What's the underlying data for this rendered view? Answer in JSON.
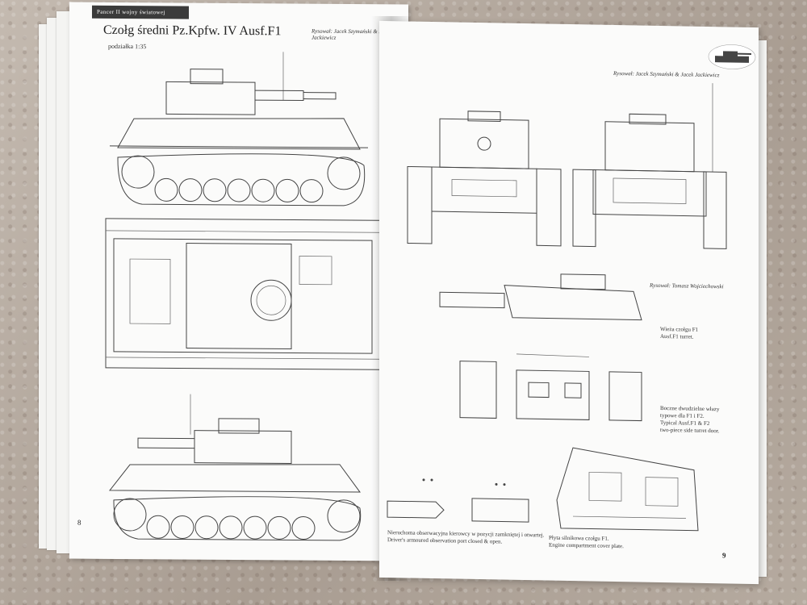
{
  "left_page": {
    "header": "Pancer II wojny światowej",
    "title": "Czołg średni Pz.Kpfw. IV Ausf.F1",
    "scale": "podziałka 1:35",
    "credit": "Rysował: Jacek Szymański & Jacek Jackiewicz",
    "page_number": "8"
  },
  "right_page": {
    "credit_top": "Rysował: Jacek Szymański & Jacek Jackiewicz",
    "credit_turret": "Rysował: Tomasz Wojciechowski",
    "caption_turret": [
      "Wieża czołgu F1",
      "Ausf.F1 turret."
    ],
    "caption_doors": [
      "Boczne dwudzielne włazy",
      "typowe dla F1 i F2.",
      "Typical Ausf.F1 & F2",
      "two-piece side turret door."
    ],
    "caption_port": [
      "Nieruchoma obserwacyjna kierowcy w pozycji zamkniętej i otwartej.",
      "Driver's armoured observation port closed & open."
    ],
    "caption_plate": [
      "Płyta silnikowa czołgu F1.",
      "Engine compartment cover plate."
    ],
    "page_number": "9"
  }
}
